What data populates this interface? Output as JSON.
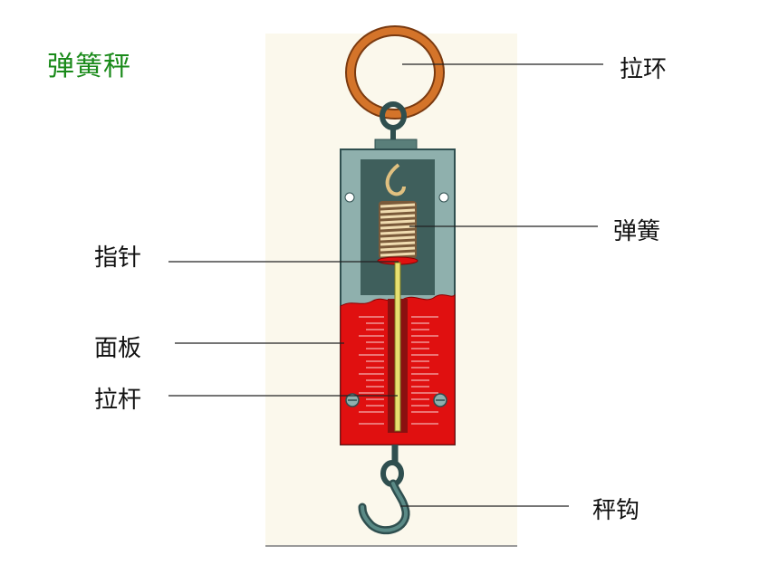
{
  "title": "弹簧秤",
  "labels": {
    "ring": "拉环",
    "spring": "弹簧",
    "pointer": "指针",
    "panel": "面板",
    "rod": "拉杆",
    "hook": "秤钩"
  },
  "colors": {
    "title": "#1a8a1a",
    "panel_red": "#e01010",
    "body_teal": "#8fb0ad",
    "ring_orange": "#c8641e",
    "background_card": "#fbf8ec"
  }
}
